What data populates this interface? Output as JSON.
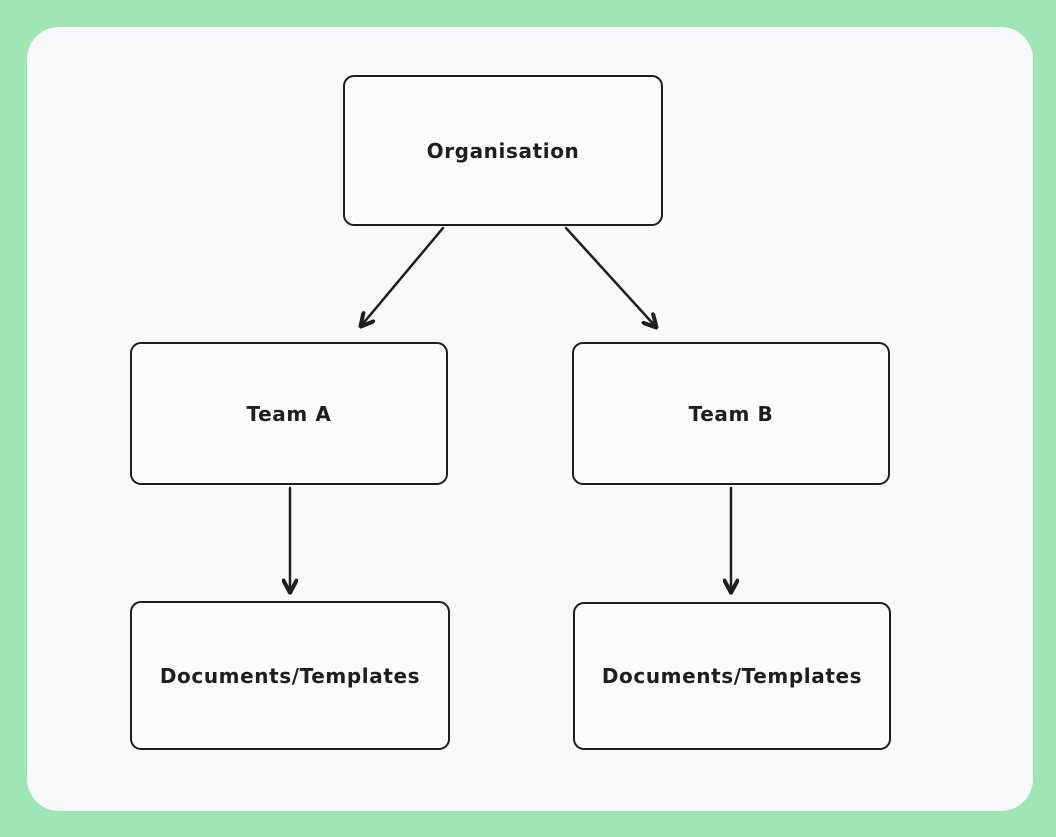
{
  "colors": {
    "frame_background": "#9ee6b4",
    "canvas_background": "#f8f9fb",
    "stroke": "#1e1e1e"
  },
  "diagram": {
    "nodes": [
      {
        "id": "organisation",
        "label": "Organisation"
      },
      {
        "id": "team-a",
        "label": "Team A"
      },
      {
        "id": "team-b",
        "label": "Team B"
      },
      {
        "id": "docs-a",
        "label": "Documents/Templates"
      },
      {
        "id": "docs-b",
        "label": "Documents/Templates"
      }
    ],
    "edges": [
      {
        "from": "organisation",
        "to": "team-a"
      },
      {
        "from": "organisation",
        "to": "team-b"
      },
      {
        "from": "team-a",
        "to": "docs-a"
      },
      {
        "from": "team-b",
        "to": "docs-b"
      }
    ]
  }
}
